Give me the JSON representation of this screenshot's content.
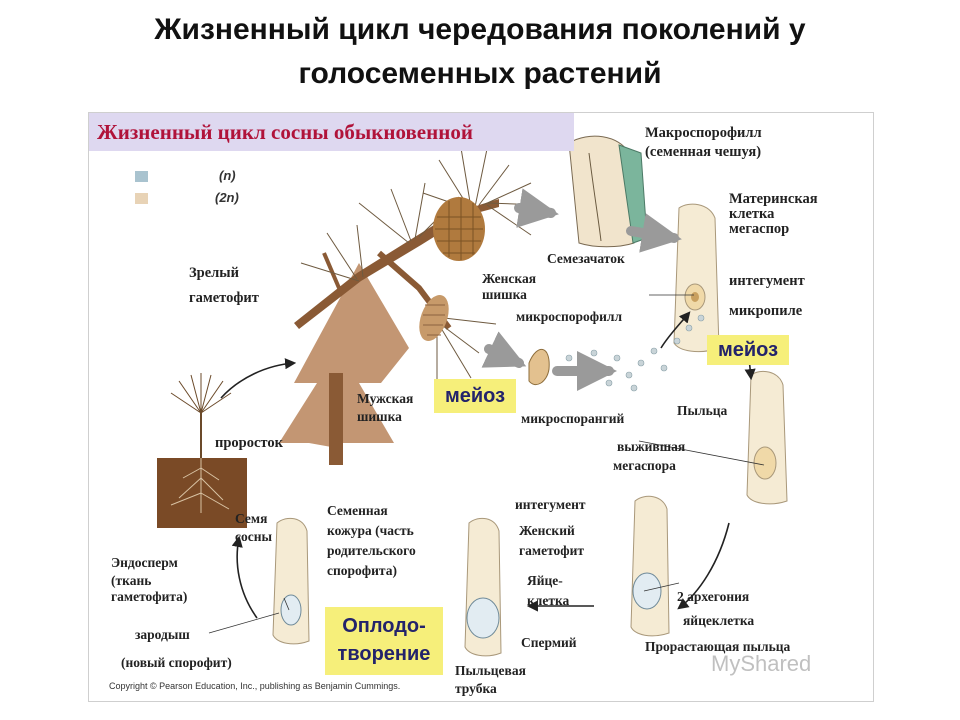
{
  "slide": {
    "title_line1": "Жизненный цикл чередования поколений у",
    "title_line2": "голосеменных растений"
  },
  "figure": {
    "title": "Жизненный цикл сосны обыкновенной",
    "legend": [
      {
        "text": "(n)",
        "color": "#a9c3cf"
      },
      {
        "text": "(2n)",
        "color": "#e8d3b6"
      }
    ],
    "colors": {
      "title_bg": "#ded8f0",
      "title_text": "#b0133a",
      "highlight": "#f6ef7a",
      "highlight_text": "#23236b",
      "arrow": "#222222"
    },
    "labels": {
      "macrosporophyll_1": "Макроспорофилл",
      "macrosporophyll_2": "(семенная чешуя)",
      "megaspore_mother_1": "Материнская",
      "megaspore_mother_2": "клетка",
      "megaspore_mother_3": "мегаспор",
      "ovule": "Семезачаток",
      "integument_top": "интегумент",
      "micropyle": "микропиле",
      "female_cone_1": "Женская",
      "female_cone_2": "шишка",
      "microsporophyll": "микроспорофилл",
      "mature_gametophyte_1": "Зрелый",
      "mature_gametophyte_2": "гаметофит",
      "male_cone_1": "Мужская",
      "male_cone_2": "шишка",
      "microsporangium": "микроспорангий",
      "pollen": "Пыльца",
      "surviving_megaspore_1": "выжившая",
      "surviving_megaspore_2": "мегаспора",
      "seedling": "проросток",
      "seeds_1": "Семя",
      "seeds_2": "сосны",
      "seed_coat_1": "Семенная",
      "seed_coat_2": "кожура (часть",
      "seed_coat_3": "родительского",
      "seed_coat_4": "спорофита)",
      "integument_bottom": "интегумент",
      "female_gametophyte_1": "Женский",
      "female_gametophyte_2": "гаметофит",
      "egg_cell_1": "Яйце-",
      "egg_cell_2": "клетка",
      "two_archegonia": "2 архегония",
      "egg_cell_lower": "яйцеклетка",
      "germinating_pollen": "Прорастающая пыльца",
      "endosperm_1": "Эндосперм",
      "endosperm_2": "(ткань",
      "endosperm_3": "гаметофита)",
      "embryo": "зародыш",
      "new_sporophyte": "(новый спорофит)",
      "sperm": "Спермий",
      "pollen_tube_1": "Пыльцевая",
      "pollen_tube_2": "трубка"
    },
    "highlights": {
      "meiosis_left": "мейоз",
      "meiosis_right": "мейоз",
      "fertilization_1": "Оплодо-",
      "fertilization_2": "творение"
    },
    "copyright": "Copyright © Pearson Education, Inc., publishing as Benjamin Cummings.",
    "watermark": "MyShared"
  }
}
